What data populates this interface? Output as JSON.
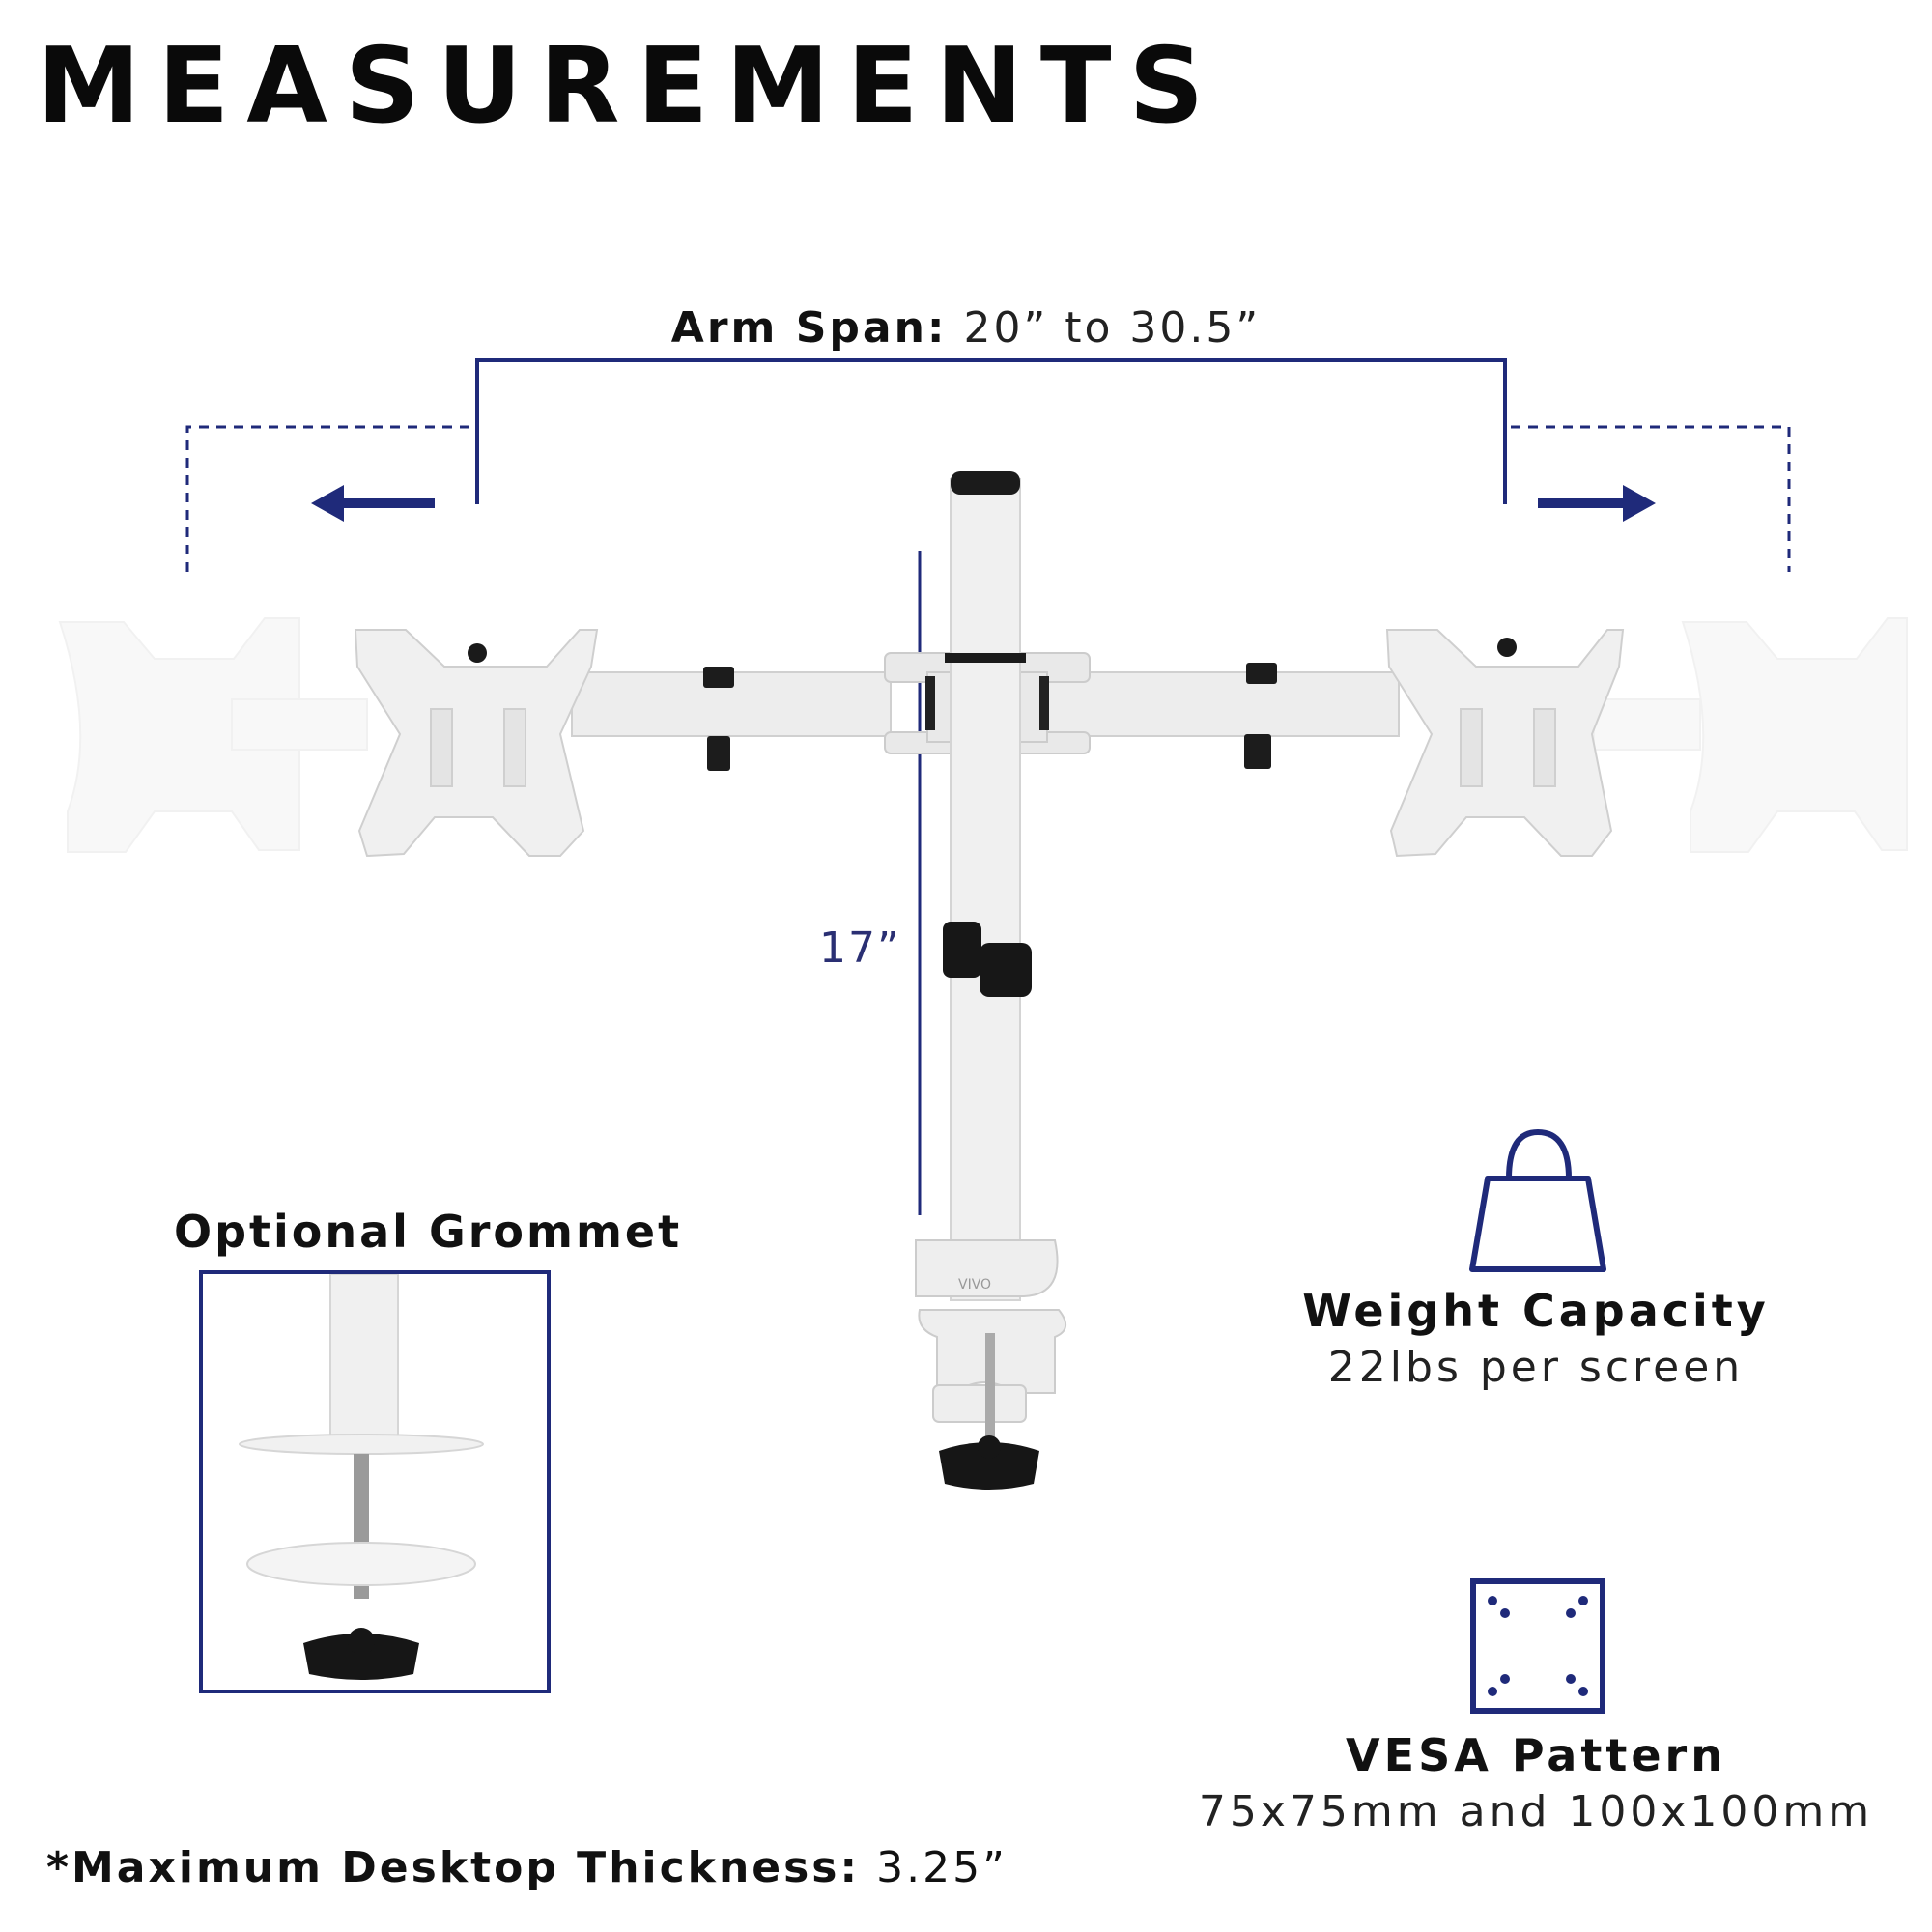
{
  "title": "MEASUREMENTS",
  "arm_span": {
    "label": "Arm Span:",
    "value": "20” to 30.5”"
  },
  "height": {
    "value": "17”"
  },
  "grommet": {
    "label": "Optional Grommet"
  },
  "weight": {
    "title": "Weight Capacity",
    "value": "22lbs per screen",
    "icon": "weight-icon"
  },
  "vesa": {
    "title": "VESA Pattern",
    "value": "75x75mm and 100x100mm",
    "icon": "vesa-pattern-icon"
  },
  "desktop_thickness": {
    "label": "*Maximum Desktop Thickness:",
    "value": "3.25”"
  },
  "brand_mark": "VIVO",
  "colors": {
    "accent": "#1f2a7a",
    "mount": "#f2f2f2",
    "text": "#111111"
  }
}
